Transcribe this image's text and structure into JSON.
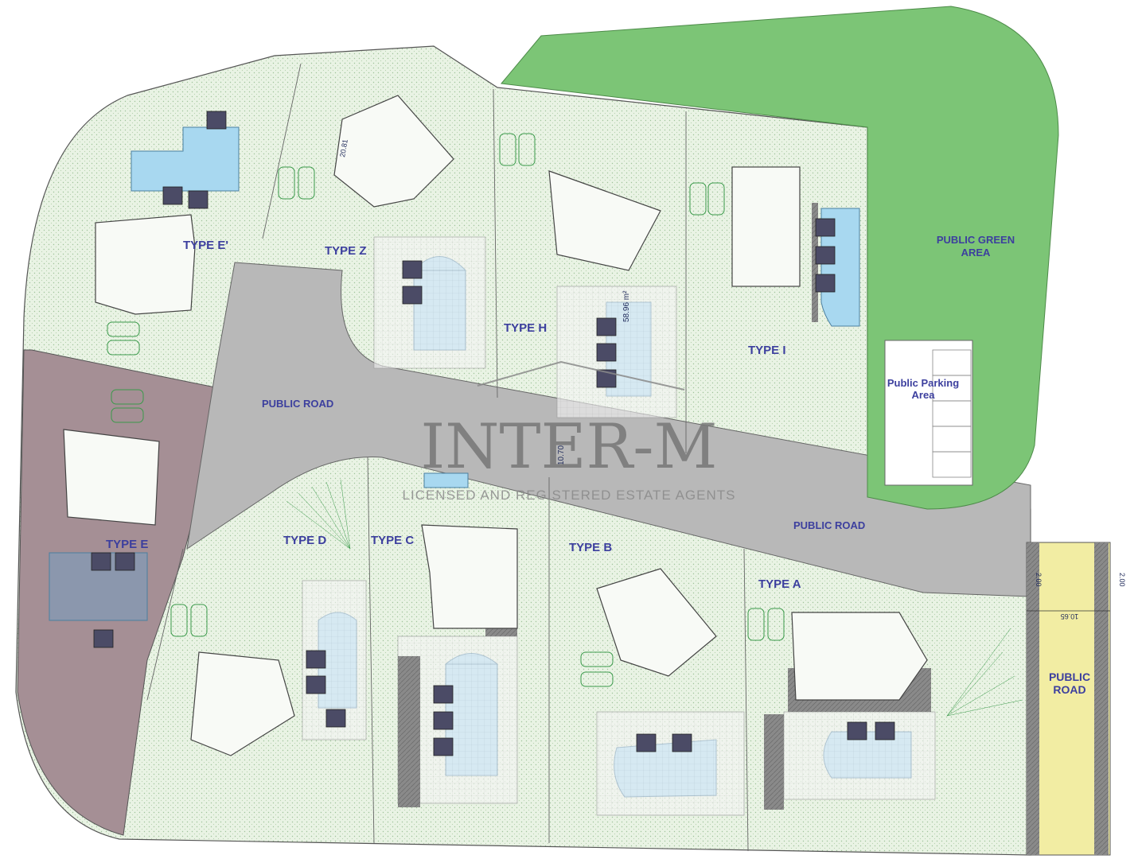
{
  "colors": {
    "background": "#ffffff",
    "site_fill": "#e9f3e4",
    "road_fill": "#b8b8b8",
    "green_area": "#7cc576",
    "pool_water": "#a8d8f0",
    "plot_e_shade": "#a58f95",
    "road_strip": "#f2eda3",
    "label_blue": "#3c3f9e"
  },
  "labels": {
    "type_e_prime": "TYPE E'",
    "type_z": "TYPE Z",
    "type_h": "TYPE H",
    "type_i": "TYPE I",
    "type_e": "TYPE E",
    "type_d": "TYPE D",
    "type_c": "TYPE C",
    "type_b": "TYPE B",
    "type_a": "TYPE A",
    "public_road_1": "PUBLIC ROAD",
    "public_road_2": "PUBLIC ROAD",
    "public_road_3_line1": "PUBLIC",
    "public_road_3_line2": "ROAD",
    "green_area_line1": "PUBLIC GREEN",
    "green_area_line2": "AREA",
    "parking_line1": "Public Parking",
    "parking_line2": "Area"
  },
  "dimensions": {
    "pool_h_area": "58.96 m²",
    "road_width": "10.70",
    "strip_left": "2.00",
    "strip_right": "2.00",
    "road_total": "10.65",
    "z_dim": "20.81"
  },
  "watermark": {
    "title": "INTER-M",
    "subtitle": "LICENSED AND REGISTERED ESTATE AGENTS"
  }
}
